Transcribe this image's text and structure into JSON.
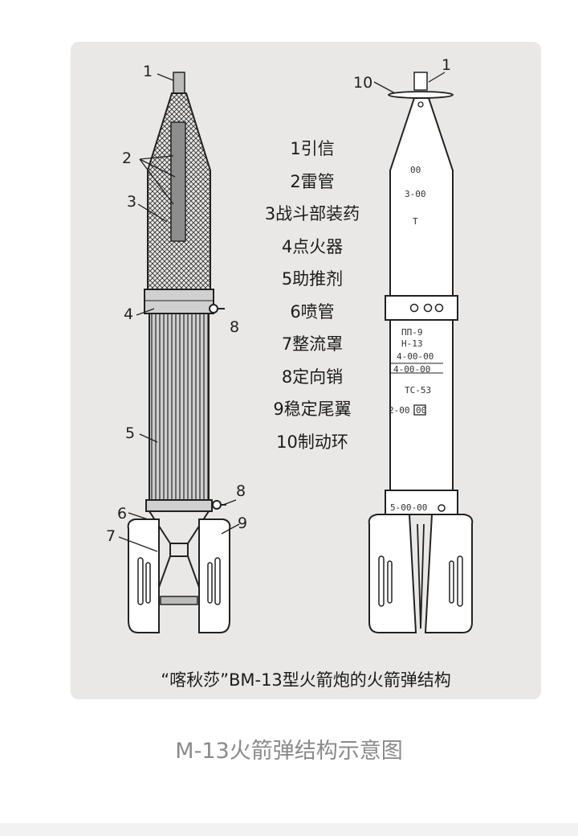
{
  "figure": {
    "legend": [
      "1引信",
      "2雷管",
      "3战斗部装药",
      "4点火器",
      "5助推剂",
      "6喷管",
      "7整流罩",
      "8定向销",
      "9稳定尾翼",
      "10制动环"
    ],
    "left_callouts": [
      "1",
      "2",
      "3",
      "4",
      "8",
      "5",
      "8",
      "6",
      "7",
      "9"
    ],
    "right_callouts": [
      "10",
      "1"
    ],
    "stamps": {
      "nose": [
        "00",
        "3-00",
        "T"
      ],
      "body": [
        "ПП-9",
        "H-13",
        "4-00-00",
        "4-00-00",
        "TC-53",
        "2-00",
        "00"
      ],
      "tail": "5-00-00"
    },
    "caption": "“喀秋莎”BM-13型火箭炮的火箭弹结构"
  },
  "page_caption": "M-13火箭弹结构示意图"
}
